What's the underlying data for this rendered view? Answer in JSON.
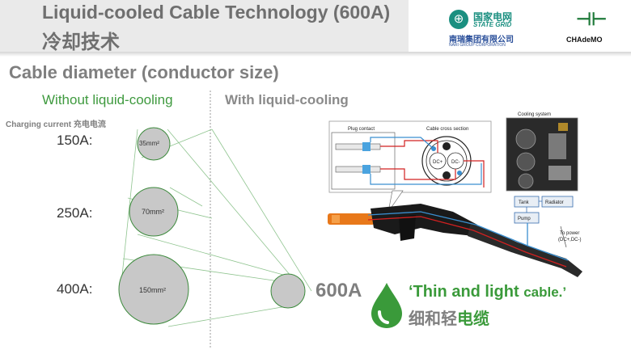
{
  "header": {
    "title": "Liquid-cooled Cable Technology (600A)",
    "title_cn": "冷却技术",
    "logos": {
      "state_grid_cn": "国家电网",
      "state_grid_en": "STATE GRID",
      "nari_cn": "南瑞集团有限公司",
      "nari_en": "NARI GROUP CORPORATION",
      "chademo_icon": "chademo-plug-icon",
      "chademo": "CHAdeMO"
    }
  },
  "subtitle": "Cable diameter (conductor size)",
  "columns": {
    "without": "Without liquid-cooling",
    "with": "With liquid-cooling"
  },
  "charging_current_label": "Charging current 充电电流",
  "rows": [
    {
      "current": "150A:",
      "size": "35mm²"
    },
    {
      "current": "250A:",
      "size": "70mm²"
    },
    {
      "current": "400A:",
      "size": "150mm²"
    }
  ],
  "diagram": {
    "plug_contact": "Plug contact",
    "cable_cross_section": "Cable cross section",
    "dc_plus": "DC+",
    "dc_minus": "DC-",
    "cooling_system": "Cooling system",
    "tank": "Tank",
    "radiator": "Radiator",
    "pump": "Pump",
    "to_power_1": "To power",
    "to_power_2": "(DC+,DC-)"
  },
  "highlight": {
    "current": "600A",
    "icon": "water-drop-icon",
    "slogan_en_1": "‘Thin and light ",
    "slogan_en_2": "cable.’",
    "slogan_cn_1": "细和轻",
    "slogan_cn_2": "电缆"
  },
  "colors": {
    "accent_green": "#3a9a3a",
    "circle_fill": "#c8c8c8",
    "circle_stroke": "#3c8a3c",
    "title_gray": "#6f6f6f",
    "coolant_blue": "#3a8fd0",
    "power_red": "#d22020"
  }
}
